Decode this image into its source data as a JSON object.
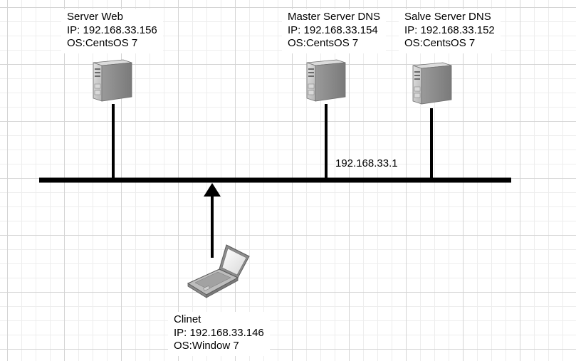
{
  "nodes": {
    "server_web": {
      "name": "Server Web",
      "ip": "IP: 192.168.33.156",
      "os": "OS:CentsOS 7",
      "icon": "server-tower-icon"
    },
    "master_dns": {
      "name": "Master Server DNS",
      "ip": "IP: 192.168.33.154",
      "os": "OS:CentsOS 7",
      "icon": "server-tower-icon"
    },
    "slave_dns": {
      "name": "Salve Server DNS",
      "ip": "IP: 192.168.33.152",
      "os": "OS:CentsOS 7",
      "icon": "server-tower-icon"
    },
    "client": {
      "name": "Clinet",
      "ip": "IP: 192.168.33.146",
      "os": "OS:Window 7",
      "icon": "laptop-icon"
    }
  },
  "network": {
    "gateway_label": "192.168.33.1"
  },
  "colors": {
    "line": "#000000",
    "server_front": "#c4c4c4",
    "server_side": "#8f8f8f",
    "laptop_body": "#a9a9a9"
  }
}
